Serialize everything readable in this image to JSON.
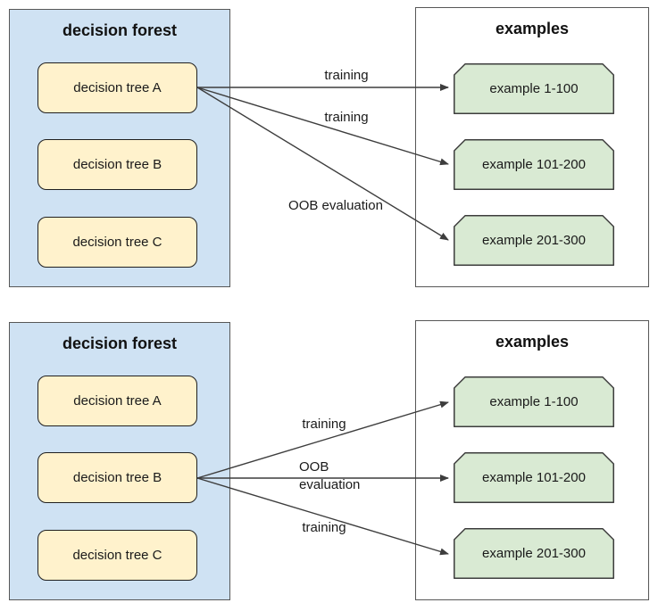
{
  "diagrams": [
    {
      "forest": {
        "title": "decision forest",
        "trees": [
          {
            "label": "decision tree A"
          },
          {
            "label": "decision tree B"
          },
          {
            "label": "decision tree C"
          }
        ]
      },
      "examples": {
        "title": "examples",
        "items": [
          {
            "label": "example 1-100"
          },
          {
            "label": "example 101-200"
          },
          {
            "label": "example 201-300"
          }
        ]
      },
      "arrows": [
        {
          "from": "decision tree A",
          "to": "example 1-100",
          "label": "training"
        },
        {
          "from": "decision tree A",
          "to": "example 101-200",
          "label": "training"
        },
        {
          "from": "decision tree A",
          "to": "example 201-300",
          "label": "OOB evaluation"
        }
      ]
    },
    {
      "forest": {
        "title": "decision forest",
        "trees": [
          {
            "label": "decision tree A"
          },
          {
            "label": "decision tree B"
          },
          {
            "label": "decision tree C"
          }
        ]
      },
      "examples": {
        "title": "examples",
        "items": [
          {
            "label": "example 1-100"
          },
          {
            "label": "example 101-200"
          },
          {
            "label": "example 201-300"
          }
        ]
      },
      "arrows": [
        {
          "from": "decision tree B",
          "to": "example 1-100",
          "label": "training"
        },
        {
          "from": "decision tree B",
          "to": "example 101-200",
          "label": "OOB evaluation"
        },
        {
          "from": "decision tree B",
          "to": "example 201-300",
          "label": "training"
        }
      ]
    }
  ],
  "colors": {
    "forest_panel_fill": "#cfe2f3",
    "examples_panel_fill": "#ffffff",
    "tree_node_fill": "#fff2cc",
    "example_node_fill": "#d9ead3",
    "panel_border": "#575757",
    "node_border": "#1f1f1f",
    "arrow": "#3d3d3d",
    "text": "#1a1a1a"
  }
}
